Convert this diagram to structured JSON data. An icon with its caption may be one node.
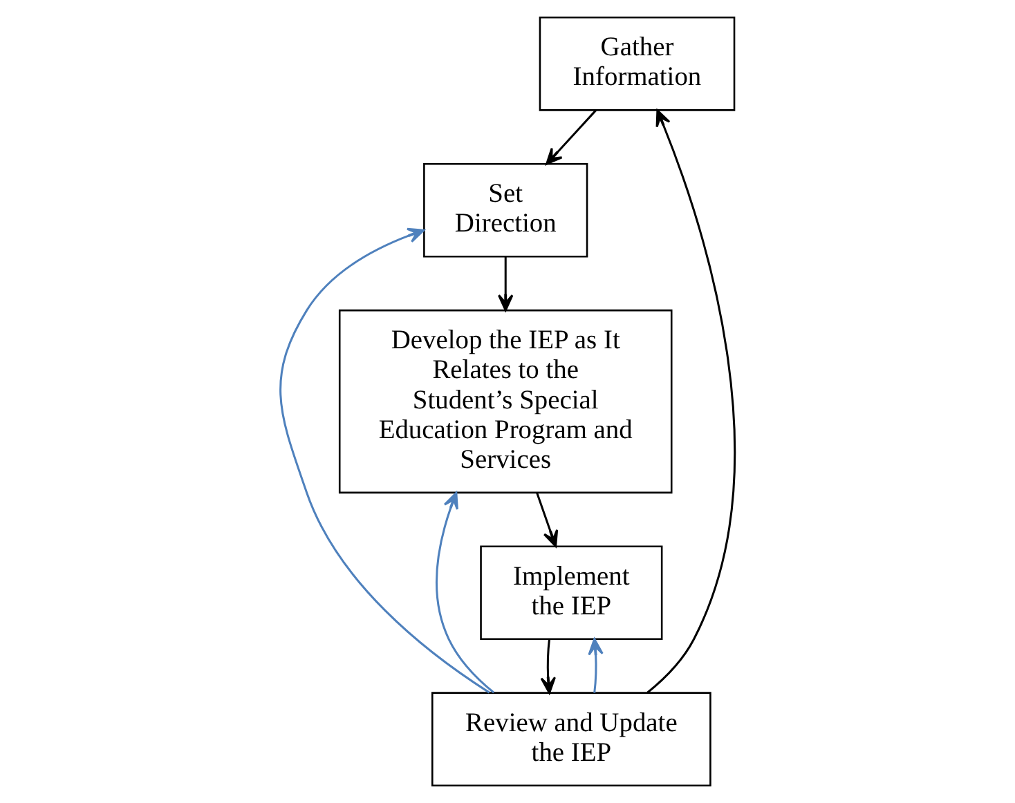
{
  "diagram": {
    "nodes": [
      {
        "text": [
          "Gather Information"
        ]
      },
      {
        "text": [
          "Review and Update the IEP"
        ]
      },
      {
        "text": [
          "Set Direction"
        ]
      },
      {
        "text": [
          "Implement the IEP"
        ]
      },
      {
        "text": [
          "Develop the IEP as It Relates to the Student’s Special Education Program and Services"
        ]
      }
    ],
    "edges": [
      {
        "from": 1,
        "to": 0,
        "arrow": "to"
      },
      {
        "from": 0,
        "to": 2,
        "arrow": "to"
      },
      {
        "from": 2,
        "to": 4,
        "arrow": "to"
      },
      {
        "from": 4,
        "to": 3,
        "arrow": "to"
      },
      {
        "from": 3,
        "to": 1,
        "arrow": "to"
      },
      {
        "from": 1,
        "to": 2,
        "arrow": "to",
        "color": "#4f81bd"
      },
      {
        "from": 1,
        "to": 3,
        "arrow": "to",
        "color": "#4f81bd"
      },
      {
        "from": 1,
        "to": 4,
        "arrow": "to",
        "color": "#4f81bd"
      }
    ]
  }
}
